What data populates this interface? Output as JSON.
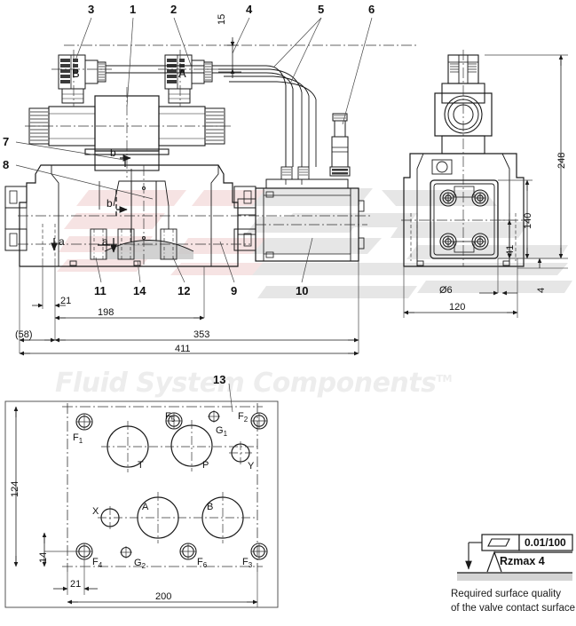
{
  "drawing": {
    "title": "Hydraulic directional control valve - dimensional drawing",
    "watermark": {
      "logo": "fsc-logo",
      "text": "Fluid System Components",
      "tm": "TM"
    },
    "views": {
      "front": {
        "name": "front-elevation-view"
      },
      "side": {
        "name": "side-elevation-view"
      },
      "plan": {
        "name": "mounting-surface-plan-view"
      }
    }
  },
  "callouts": [
    {
      "id": "1",
      "label": "1"
    },
    {
      "id": "2",
      "label": "2"
    },
    {
      "id": "3",
      "label": "3"
    },
    {
      "id": "4",
      "label": "4"
    },
    {
      "id": "5",
      "label": "5"
    },
    {
      "id": "6",
      "label": "6"
    },
    {
      "id": "7",
      "label": "7"
    },
    {
      "id": "8",
      "label": "8"
    },
    {
      "id": "9",
      "label": "9"
    },
    {
      "id": "10",
      "label": "10"
    },
    {
      "id": "11",
      "label": "11"
    },
    {
      "id": "12",
      "label": "12"
    },
    {
      "id": "13",
      "label": "13"
    },
    {
      "id": "14",
      "label": "14"
    }
  ],
  "solenoid_labels": {
    "left": "B",
    "right": "A"
  },
  "section_marks": {
    "b_top": "b",
    "b_mid": "b",
    "a_left": "a",
    "a_right": "a"
  },
  "dimensions": {
    "front": {
      "d15": "15",
      "d21": "21",
      "d198": "198",
      "d58": "(58)",
      "d353": "353",
      "d411": "411"
    },
    "side": {
      "d248": "248",
      "d140": "140",
      "d41": "41",
      "d4": "4",
      "d120": "120",
      "dia6": "Ø6"
    },
    "plan": {
      "d124": "124",
      "d14": "14",
      "d21": "21",
      "d200": "200"
    }
  },
  "plan_ports": [
    {
      "name": "F1",
      "base": "F",
      "sub": "1"
    },
    {
      "name": "F5",
      "base": "F",
      "sub": "5"
    },
    {
      "name": "G1",
      "base": "G",
      "sub": "1"
    },
    {
      "name": "F2",
      "base": "F",
      "sub": "2"
    },
    {
      "name": "T",
      "base": "T",
      "sub": ""
    },
    {
      "name": "P",
      "base": "P",
      "sub": ""
    },
    {
      "name": "Y",
      "base": "Y",
      "sub": ""
    },
    {
      "name": "X",
      "base": "X",
      "sub": ""
    },
    {
      "name": "A",
      "base": "A",
      "sub": ""
    },
    {
      "name": "B",
      "base": "B",
      "sub": ""
    },
    {
      "name": "F4",
      "base": "F",
      "sub": "4"
    },
    {
      "name": "G2",
      "base": "G",
      "sub": "2"
    },
    {
      "name": "F6",
      "base": "F",
      "sub": "6"
    },
    {
      "name": "F3",
      "base": "F",
      "sub": "3"
    }
  ],
  "surface_note": {
    "flatness_symbol": "parallelogram-flatness-icon",
    "flatness_value": "0.01/100",
    "roughness_value": "Rzmax  4",
    "line1": "Required surface quality",
    "line2": "of the valve contact surface"
  },
  "colors": {
    "line": "#1a1a1a",
    "thin": "#333333",
    "watermark_gray": "#ededed",
    "watermark_pink": "#f6e3e3",
    "shade": "#c9c9c9"
  }
}
